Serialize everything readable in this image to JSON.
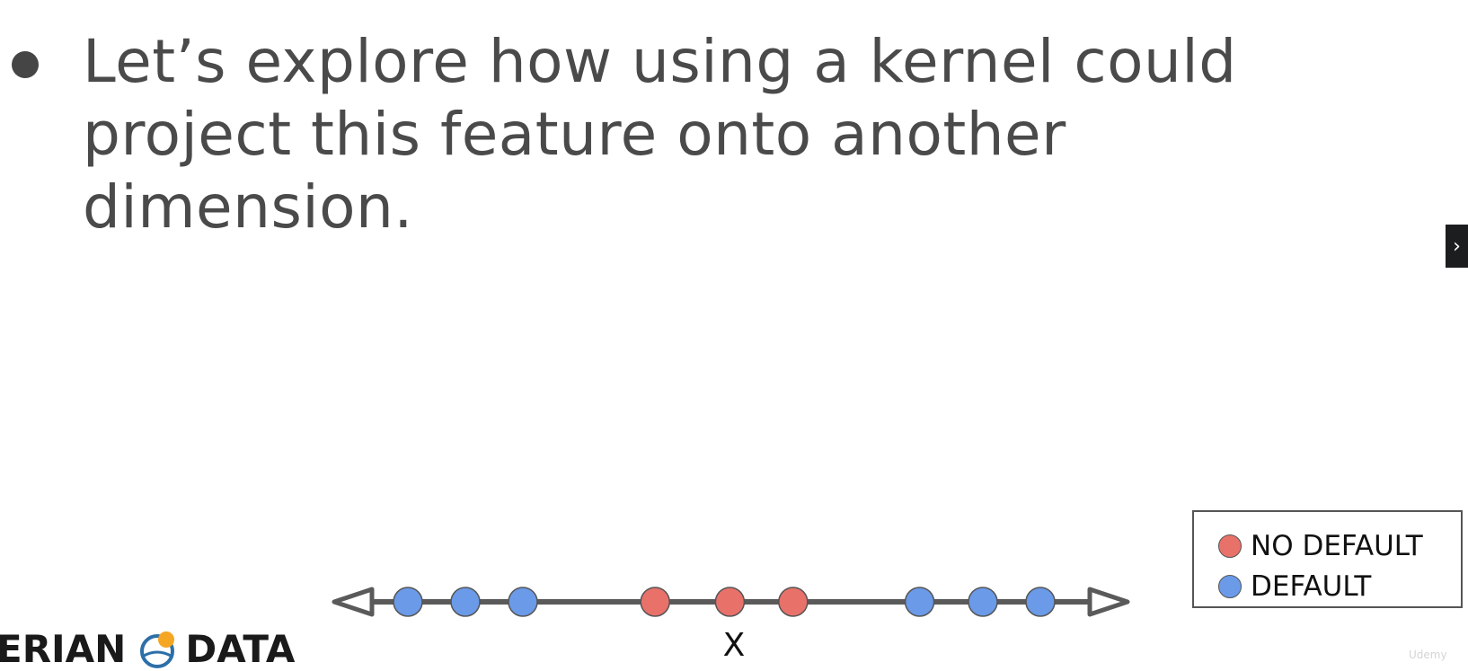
{
  "slide": {
    "bullet_lines": [
      "Let’s explore how using a kernel could",
      "project this feature onto another",
      "dimension."
    ]
  },
  "nav": {
    "next_icon": "chevron-right-icon"
  },
  "chart_data": {
    "type": "scatter",
    "xlabel": "X",
    "points": [
      {
        "x": 1,
        "class": "DEFAULT"
      },
      {
        "x": 2,
        "class": "DEFAULT"
      },
      {
        "x": 3,
        "class": "DEFAULT"
      },
      {
        "x": 5.3,
        "class": "NO DEFAULT"
      },
      {
        "x": 6.6,
        "class": "NO DEFAULT"
      },
      {
        "x": 7.7,
        "class": "NO DEFAULT"
      },
      {
        "x": 9.9,
        "class": "DEFAULT"
      },
      {
        "x": 11.0,
        "class": "DEFAULT"
      },
      {
        "x": 12.0,
        "class": "DEFAULT"
      }
    ],
    "legend": [
      {
        "label": "NO DEFAULT",
        "color": "#e8716a"
      },
      {
        "label": "DEFAULT",
        "color": "#6a9ae8"
      }
    ],
    "legend_position": "right",
    "axis_color": "#5a5a5a",
    "xlim": [
      -0.3,
      13.3
    ]
  },
  "logo": {
    "left_text": "ERIAN",
    "right_text": "DATA",
    "mark_icon": "globe-sun-logo-icon"
  },
  "watermark": {
    "text": "Udemy"
  }
}
